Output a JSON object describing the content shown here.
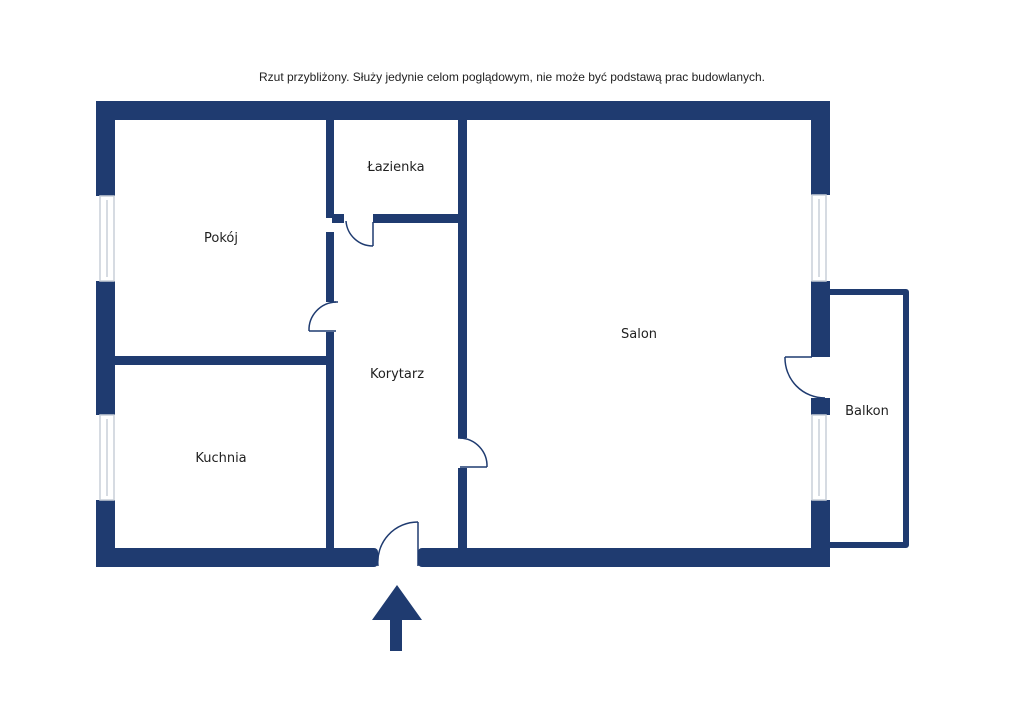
{
  "disclaimer": "Rzut przybliżony. Służy jedynie celom poglądowym, nie może być podstawą prac budowlanych.",
  "colors": {
    "wall": "#1f3b70",
    "window_frame": "#c9cfd8",
    "background": "#ffffff"
  },
  "rooms": {
    "pokoj": "Pokój",
    "lazienka": "Łazienka",
    "korytarz": "Korytarz",
    "salon": "Salon",
    "kuchnia": "Kuchnia",
    "balkon": "Balkon"
  },
  "icons": {
    "entrance": "up-arrow-icon"
  }
}
